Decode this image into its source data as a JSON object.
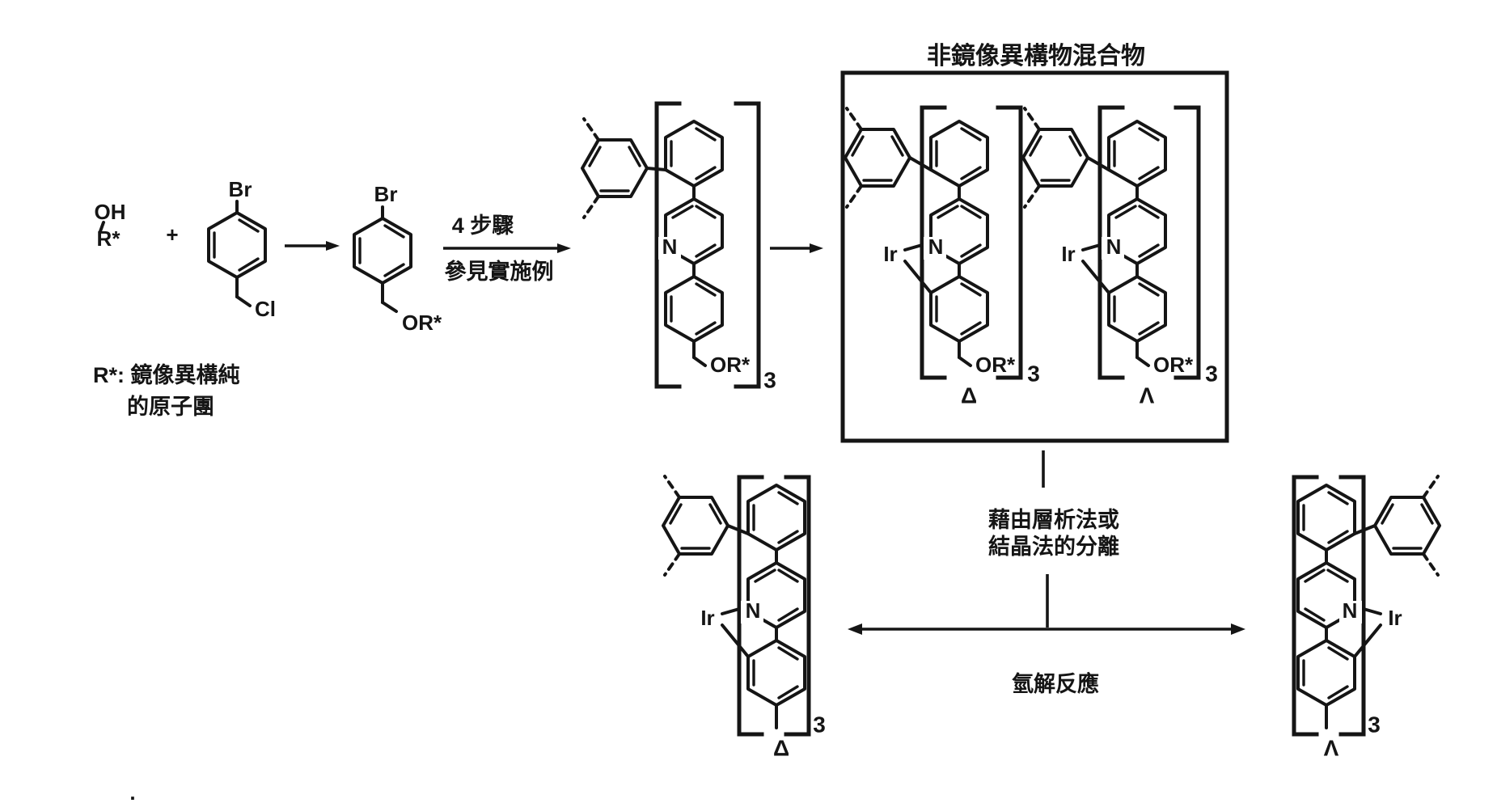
{
  "figure": {
    "background": "#ffffff",
    "ink": "#151515",
    "type": "chemical-reaction-scheme"
  },
  "labels": {
    "oh": "OH",
    "r_star": "R*",
    "plus": "+",
    "br": "Br",
    "cl": "Cl",
    "or_star": "OR*",
    "nitrogen": "N",
    "iridium": "Ir",
    "subscript_three": "3",
    "delta": "Δ",
    "lambda": "Λ",
    "period": "."
  },
  "texts": {
    "steps_line1": "4 步驟",
    "steps_line2": "參見實施例",
    "legend_line1": "R*: 鏡像異構純",
    "legend_line2": "的原子團",
    "box_title": "非鏡像異構物混合物",
    "separation_line1": "藉由層析法或",
    "separation_line2": "結晶法的分離",
    "hydrogenolysis": "氫解反應"
  }
}
